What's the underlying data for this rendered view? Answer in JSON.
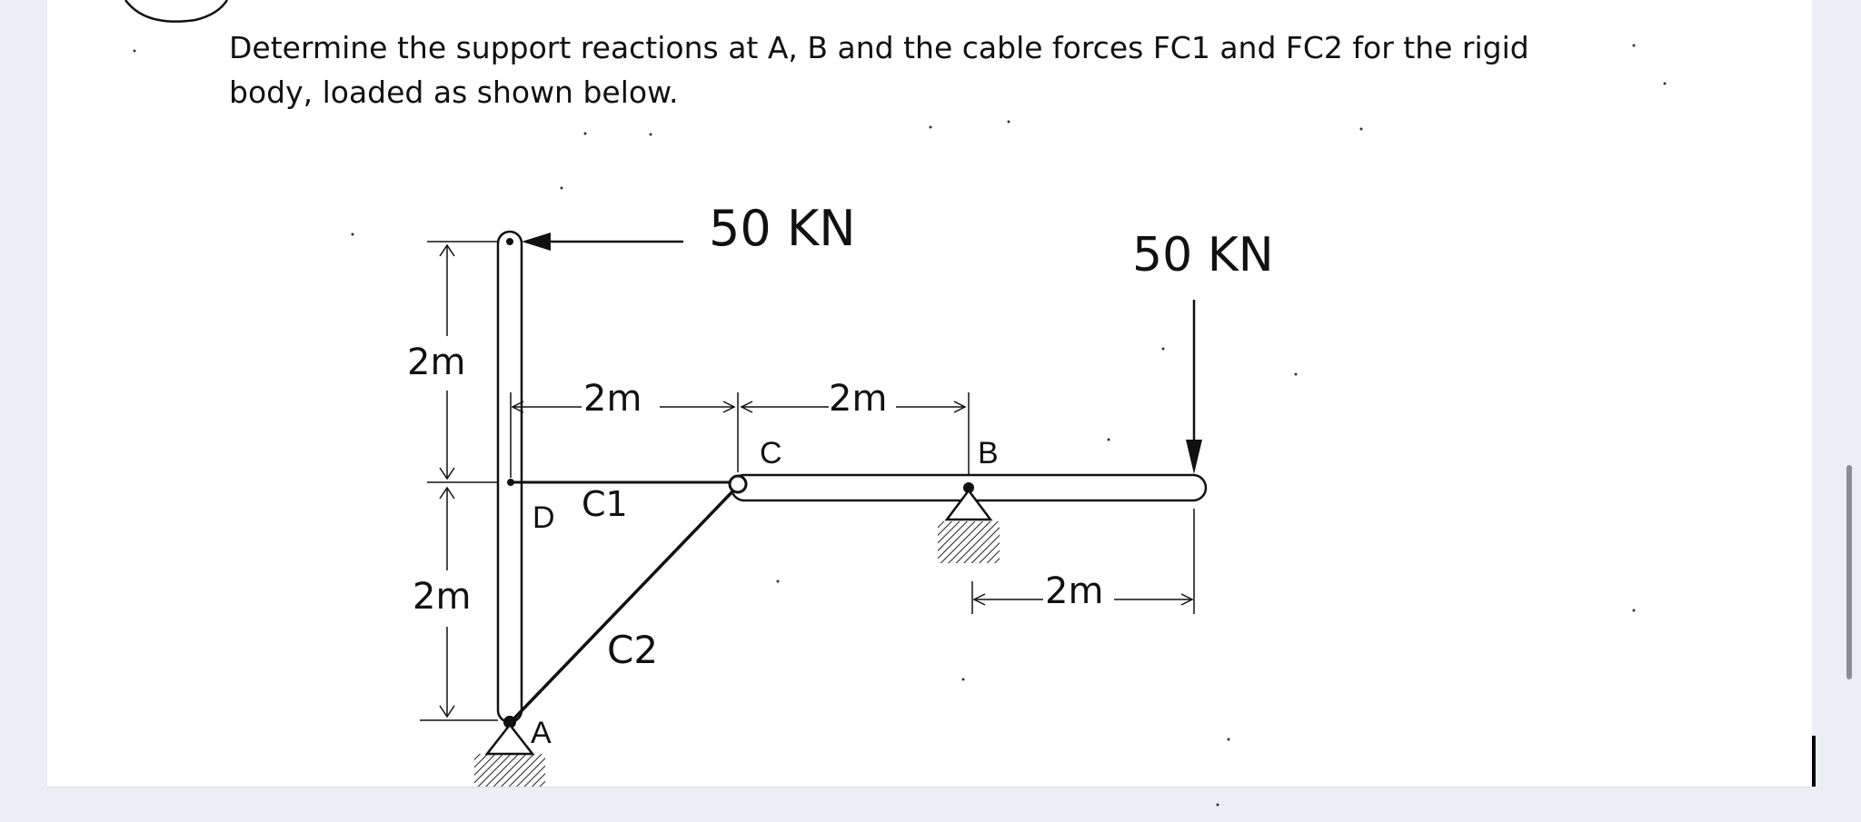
{
  "problem": {
    "line1": "Determine the support reactions at A, B and the cable forces FC1 and FC2 for the rigid",
    "line2": "body, loaded as shown below."
  },
  "diagram": {
    "loads": {
      "horizontal_load": "50 KN",
      "vertical_load": "50 KN"
    },
    "dimensions": {
      "upper_column_height": "2m",
      "lower_column_height": "2m",
      "d_to_c": "2m",
      "c_to_b": "2m",
      "b_to_end": "2m"
    },
    "points": {
      "a": "A",
      "b": "B",
      "c": "C",
      "d": "D"
    },
    "cables": {
      "c1": "C1",
      "c2": "C2"
    }
  }
}
